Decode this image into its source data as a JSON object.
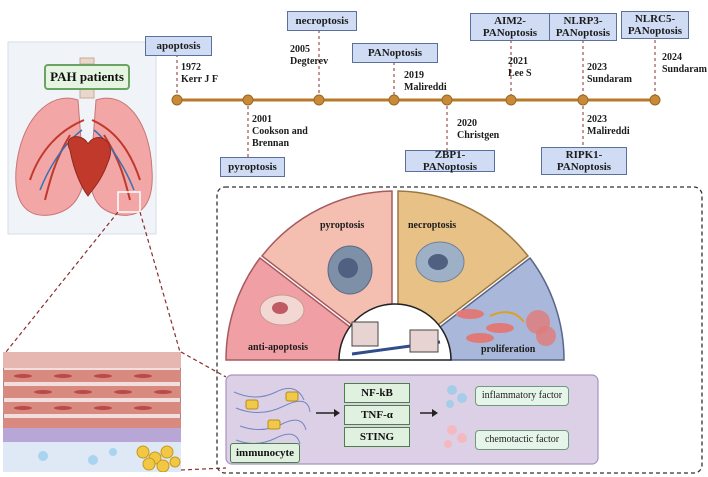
{
  "timeline": {
    "events": [
      {
        "label": "apoptosis",
        "year": "1972",
        "author": "Kerr J F"
      },
      {
        "label": "pyroptosis",
        "year": "2001",
        "author": "Cookson and Brennan"
      },
      {
        "label": "necroptosis",
        "year": "2005",
        "author": "Degterev"
      },
      {
        "label": "PANoptosis",
        "year": "2019",
        "author": "Malireddi"
      },
      {
        "label": "ZBP1-PANoptosis",
        "year": "2020",
        "author": "Christgen"
      },
      {
        "label": "AIM2-PANoptosis",
        "year": "2021",
        "author": "Lee S"
      },
      {
        "label": "NLRP3-PANoptosis",
        "year": "2023",
        "author": "Sundaram"
      },
      {
        "label": "RIPK1-PANoptosis",
        "year": "2023",
        "author": "Malireddi"
      },
      {
        "label": "NLRC5-PANoptosis",
        "year": "2024",
        "author": "Sundaram"
      }
    ]
  },
  "pah": {
    "label": "PAH patients"
  },
  "sectors": {
    "anti_apoptosis": "anti-apoptosis",
    "pyroptosis": "pyroptosis",
    "necroptosis": "necroptosis",
    "proliferation": "proliferation"
  },
  "mechanism": {
    "immunocyte": "immunocyte",
    "pathways": [
      "NF-kB",
      "TNF-α",
      "STING"
    ],
    "factors": [
      "inflammatory factor",
      "chemotactic factor"
    ]
  },
  "colors": {
    "timeline_axis": "#b87a2a",
    "anti_apoptosis": "#f0a0a4",
    "pyroptosis": "#f4bfb0",
    "necroptosis": "#e7c186",
    "proliferation": "#a9b8da",
    "mechanism_bg": "#dcd0e6"
  }
}
